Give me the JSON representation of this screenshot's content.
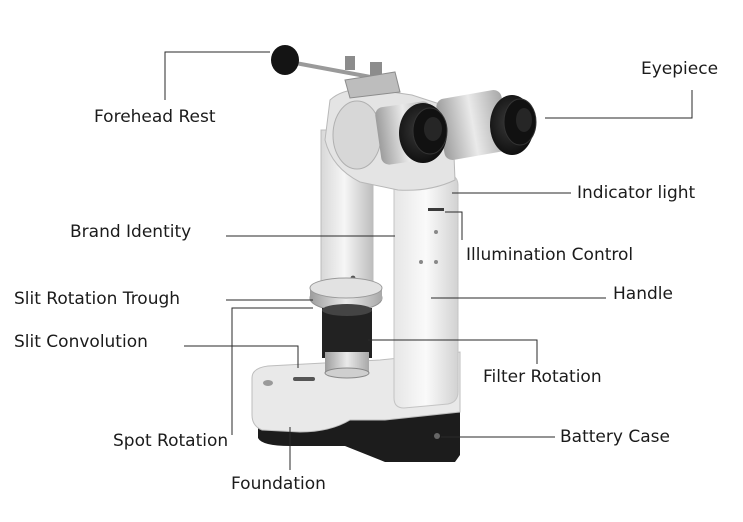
{
  "labels": {
    "forehead_rest": "Forehead Rest",
    "eyepiece": "Eyepiece",
    "indicator_light": "Indicator light",
    "brand_identity": "Brand Identity",
    "illumination_control": "Illumination Control",
    "slit_rotation_trough": "Slit Rotation Trough",
    "handle": "Handle",
    "slit_convolution": "Slit Convolution",
    "filter_rotation": "Filter Rotation",
    "spot_rotation": "Spot Rotation",
    "battery_case": "Battery Case",
    "foundation": "Foundation"
  },
  "colors": {
    "body_white": "#f2f2f2",
    "metal": "#c9c9c9",
    "black": "#1a1a1a",
    "leader": "#2a2a2a"
  }
}
